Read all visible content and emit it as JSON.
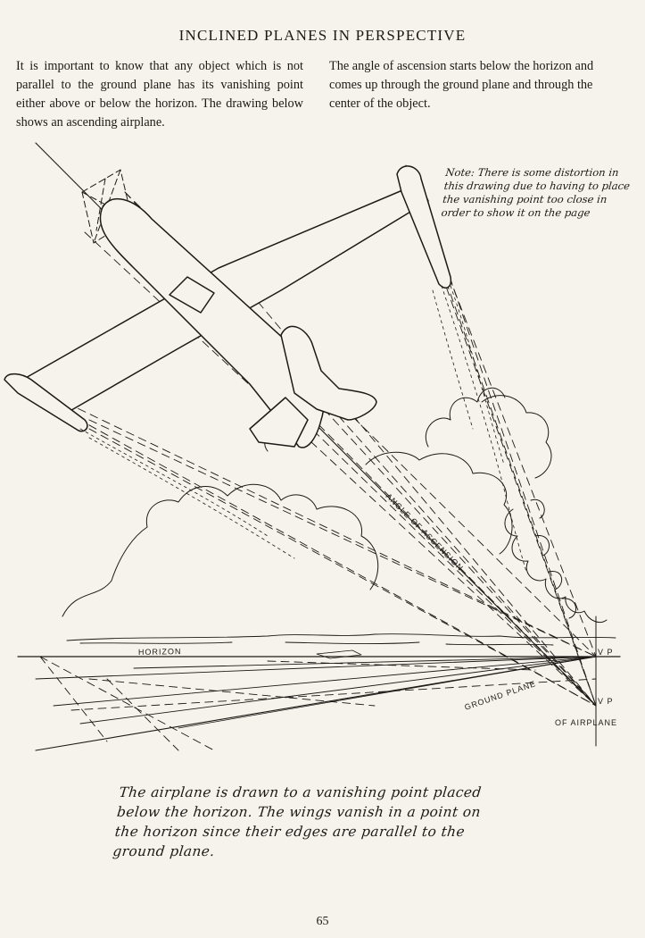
{
  "page": {
    "title": "INCLINED PLANES IN PERSPECTIVE",
    "intro_left": "It is important to know that any object which is not parallel to the ground plane has its vanishing point either above or below the horizon. The drawing below shows an ascending airplane.",
    "intro_right": "The angle of ascension starts below the horizon and comes up through the ground plane and through the center of the object.",
    "note": "Note: There is some distortion in this drawing due to having to place the vanishing point too close in order to show it on the page",
    "caption": "The airplane is drawn to a vanishing point placed below the horizon. The wings vanish in a point on the horizon since their edges are parallel to the ground plane.",
    "page_number": "65"
  },
  "diagram_labels": {
    "horizon": "HORIZON",
    "angle_of_ascension": "ANGLE OF ASCENSION",
    "ground_plane": "GROUND PLANE",
    "of_airplane": "OF AIRPLANE",
    "vp_upper": "V P",
    "vp_lower": "V P"
  }
}
